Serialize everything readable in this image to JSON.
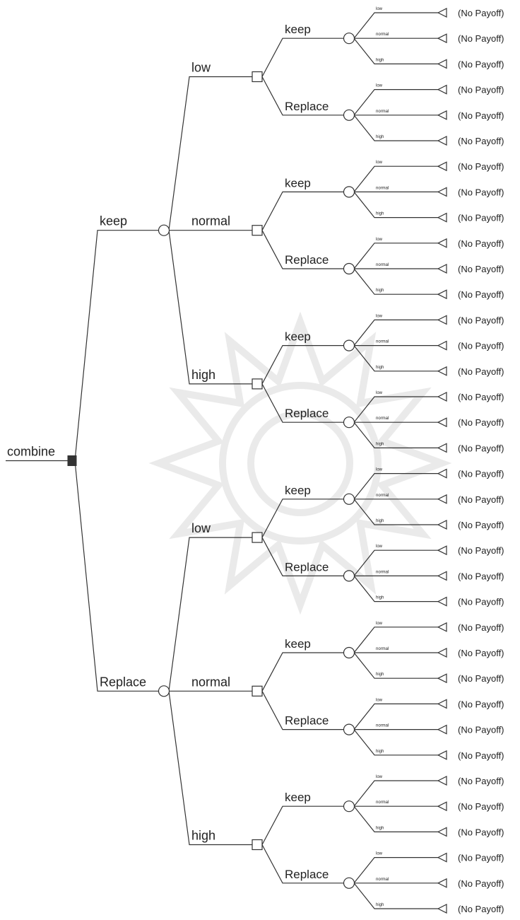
{
  "root": {
    "label": "combine",
    "children": [
      {
        "label": "keep",
        "children": [
          {
            "label": "low",
            "children": [
              {
                "label": "keep",
                "outcomes": [
                  "low",
                  "normal",
                  "high"
                ],
                "payoffs": [
                  "(No Payoff)",
                  "(No Payoff)",
                  "(No Payoff)"
                ]
              },
              {
                "label": "Replace",
                "outcomes": [
                  "low",
                  "normal",
                  "high"
                ],
                "payoffs": [
                  "(No Payoff)",
                  "(No Payoff)",
                  "(No Payoff)"
                ]
              }
            ]
          },
          {
            "label": "normal",
            "children": [
              {
                "label": "keep",
                "outcomes": [
                  "low",
                  "normal",
                  "high"
                ],
                "payoffs": [
                  "(No Payoff)",
                  "(No Payoff)",
                  "(No Payoff)"
                ]
              },
              {
                "label": "Replace",
                "outcomes": [
                  "low",
                  "normal",
                  "high"
                ],
                "payoffs": [
                  "(No Payoff)",
                  "(No Payoff)",
                  "(No Payoff)"
                ]
              }
            ]
          },
          {
            "label": "high",
            "children": [
              {
                "label": "keep",
                "outcomes": [
                  "low",
                  "normal",
                  "high"
                ],
                "payoffs": [
                  "(No Payoff)",
                  "(No Payoff)",
                  "(No Payoff)"
                ]
              },
              {
                "label": "Replace",
                "outcomes": [
                  "low",
                  "normal",
                  "high"
                ],
                "payoffs": [
                  "(No Payoff)",
                  "(No Payoff)",
                  "(No Payoff)"
                ]
              }
            ]
          }
        ]
      },
      {
        "label": "Replace",
        "children": [
          {
            "label": "low",
            "children": [
              {
                "label": "keep",
                "outcomes": [
                  "low",
                  "normal",
                  "high"
                ],
                "payoffs": [
                  "(No Payoff)",
                  "(No Payoff)",
                  "(No Payoff)"
                ]
              },
              {
                "label": "Replace",
                "outcomes": [
                  "low",
                  "normal",
                  "high"
                ],
                "payoffs": [
                  "(No Payoff)",
                  "(No Payoff)",
                  "(No Payoff)"
                ]
              }
            ]
          },
          {
            "label": "normal",
            "children": [
              {
                "label": "keep",
                "outcomes": [
                  "low",
                  "normal",
                  "high"
                ],
                "payoffs": [
                  "(No Payoff)",
                  "(No Payoff)",
                  "(No Payoff)"
                ]
              },
              {
                "label": "Replace",
                "outcomes": [
                  "low",
                  "normal",
                  "high"
                ],
                "payoffs": [
                  "(No Payoff)",
                  "(No Payoff)",
                  "(No Payoff)"
                ]
              }
            ]
          },
          {
            "label": "high",
            "children": [
              {
                "label": "keep",
                "outcomes": [
                  "low",
                  "normal",
                  "high"
                ],
                "payoffs": [
                  "(No Payoff)",
                  "(No Payoff)",
                  "(No Payoff)"
                ]
              },
              {
                "label": "Replace",
                "outcomes": [
                  "low",
                  "normal",
                  "high"
                ],
                "payoffs": [
                  "(No Payoff)",
                  "(No Payoff)",
                  "(No Payoff)"
                ]
              }
            ]
          }
        ]
      }
    ]
  },
  "colors": {
    "line": "#333333",
    "text": "#222222",
    "watermark": "#d9d9d9"
  }
}
